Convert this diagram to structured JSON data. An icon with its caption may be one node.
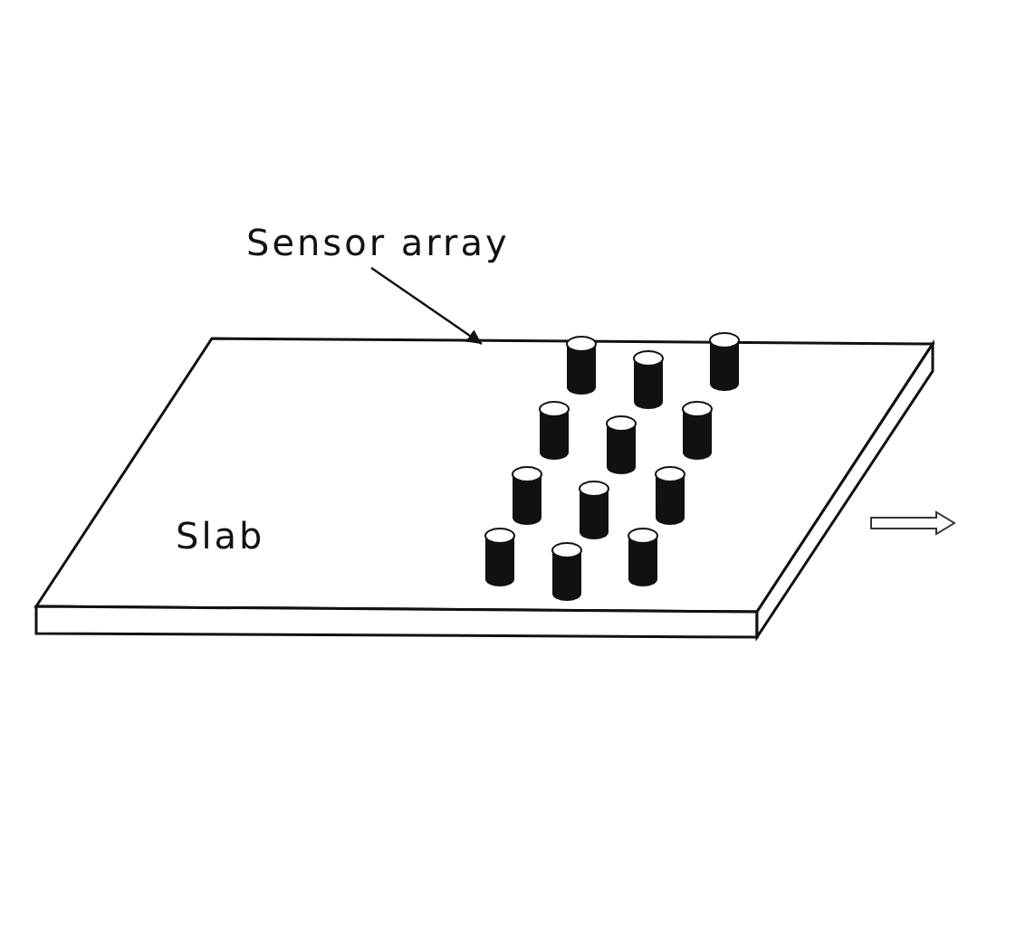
{
  "diagram": {
    "nodes": [
      {
        "text": [
          "Sensor array"
        ]
      },
      {
        "text": [
          "Slab"
        ]
      },
      {
        "text": [],
        "shape": "cylinder",
        "in": 1
      }
    ],
    "edges": [
      {
        "from": 0,
        "to": 2,
        "arrow": "to"
      }
    ]
  }
}
